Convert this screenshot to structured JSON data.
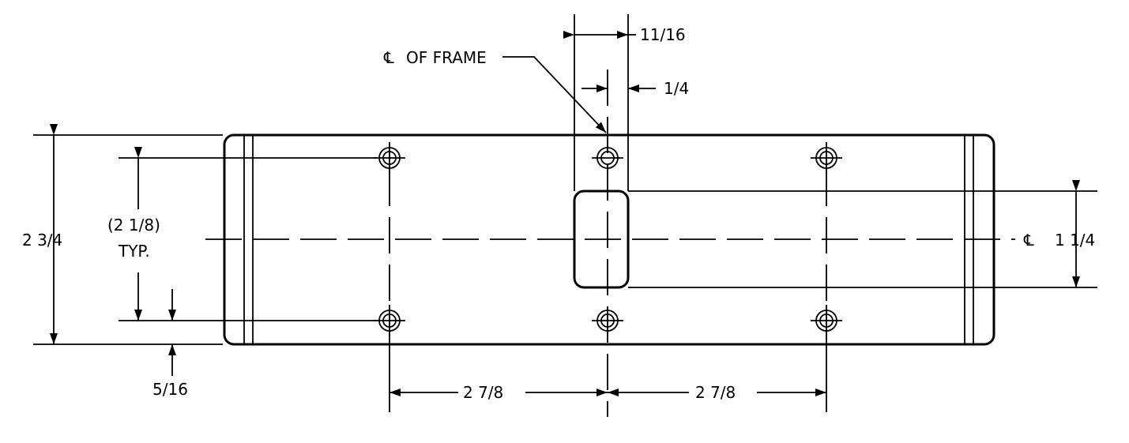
{
  "drawing": {
    "labels": {
      "frame_centerline_symbol": "℄",
      "frame_centerline_label": "OF FRAME",
      "dim_11_16": "11/16",
      "dim_1_4": "1/4",
      "dim_2_3_4": "2 3/4",
      "dim_2_1_8": "(2 1/8)",
      "typ": "TYP.",
      "dim_5_16": "5/16",
      "centerline_symbol_right": "℄",
      "dim_1_1_4": "1 1/4",
      "dim_2_7_8_left": "2 7/8",
      "dim_2_7_8_right": "2 7/8"
    },
    "colors": {
      "line": "#000000",
      "background": "#ffffff"
    }
  }
}
